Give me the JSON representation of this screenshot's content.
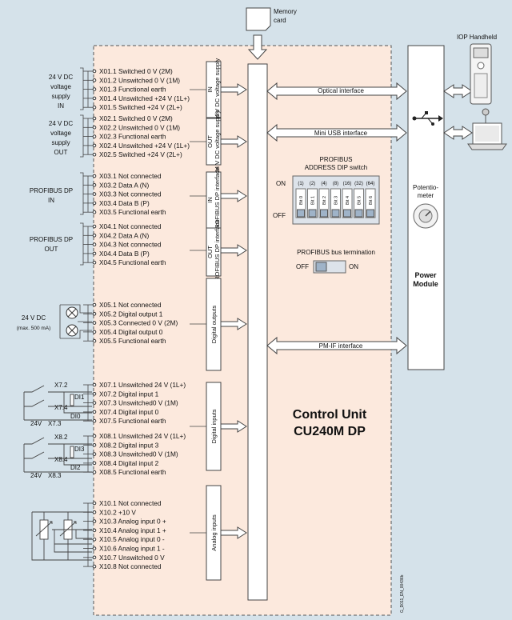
{
  "memory_card": {
    "line1": "Memory",
    "line2": "card"
  },
  "iop_handheld": "IOP Handheld",
  "control_unit": {
    "line1": "Control Unit",
    "line2": "CU240M DP"
  },
  "power_module": {
    "line1": "Power",
    "line2": "Module"
  },
  "potentiometer": {
    "line1": "Potentio-",
    "line2": "meter"
  },
  "interfaces": {
    "optical": "Optical interface",
    "mini_usb": "Mini USB interface",
    "pm_if": "PM-IF interface"
  },
  "profibus_dip": {
    "title_line1": "PROFIBUS",
    "title_line2": "ADDRESS DIP switch",
    "on": "ON",
    "off": "OFF",
    "weights": [
      "(1)",
      "(2)",
      "(4)",
      "(8)",
      "(16)",
      "(32)",
      "(64)"
    ],
    "bits": [
      "Bit 0",
      "Bit 1",
      "Bit 2",
      "Bit 3",
      "Bit 4",
      "Bit 5",
      "Bit 6"
    ]
  },
  "bus_termination": {
    "title": "PROFIBUS bus termination",
    "off": "OFF",
    "on": "ON"
  },
  "group_boxes": [
    {
      "line1": "IN",
      "line2": "24 V DC voltage supply"
    },
    {
      "line1": "OUT",
      "line2": "24 V DC voltage supply"
    },
    {
      "line1": "IN",
      "line2": "PROFIBUS DP interface"
    },
    {
      "line1": "OUT",
      "line2": "PROFIBUS DP interface"
    },
    {
      "line1": "Digital outputs",
      "line2": ""
    },
    {
      "line1": "Digital inputs",
      "line2": ""
    },
    {
      "line1": "Analog inputs",
      "line2": ""
    }
  ],
  "left_groups": [
    [
      "24 V DC",
      "voltage",
      "supply",
      "IN"
    ],
    [
      "24 V DC",
      "voltage",
      "supply",
      "OUT"
    ],
    [
      "PROFIBUS DP",
      "IN"
    ],
    [
      "PROFIBUS DP",
      "OUT"
    ],
    [
      "24 V DC",
      "(max. 500 mA)"
    ]
  ],
  "terminals": [
    [
      "X01.1 Switched 0 V (2M)",
      "X01.2 Unswitched 0 V (1M)",
      "X01.3 Functional earth",
      "X01.4 Unswitched +24 V (1L+)",
      "X01.5 Switched +24 V (2L+)"
    ],
    [
      "X02.1 Switched 0 V (2M)",
      "X02.2 Unswitched 0 V (1M)",
      "X02.3 Functional earth",
      "X02.4 Unswitched +24 V (1L+)",
      "X02.5 Switched +24 V (2L+)"
    ],
    [
      "X03.1 Not connected",
      "X03.2 Data A (N)",
      "X03.3 Not connected",
      "X03.4 Data B (P)",
      "X03.5 Functional earth"
    ],
    [
      "X04.1 Not connected",
      "X04.2 Data A (N)",
      "X04.3 Not connected",
      "X04.4 Data B (P)",
      "X04.5 Functional earth"
    ],
    [
      "X05.1 Not connected",
      "X05.2 Digital output 1",
      "X05.3 Connected 0 V (2M)",
      "X05.4 Digital output 0",
      "X05.5 Functional earth"
    ],
    [
      "X07.1 Unswitched 24 V (1L+)",
      "X07.2 Digital input 1",
      "X07.3 Unswitched0 V (1M)",
      "X07.4 Digital input 0",
      "X07.5 Functional earth"
    ],
    [
      "X08.1 Unswitched 24 V (1L+)",
      "X08.2 Digital input 3",
      "X08.3 Unswitched0 V (1M)",
      "X08.4 Digital input 2",
      "X08.5 Functional earth"
    ],
    [
      "X10.1 Not connected",
      "X10.2 +10 V",
      "X10.3 Analog input 0 +",
      "X10.4 Analog input 1 +",
      "X10.5 Analog input 0 -",
      "X10.6 Analog input 1 -",
      "X10.7 Unswitched 0 V",
      "X10.8 Not connected"
    ]
  ],
  "switch_labels": {
    "x7_2": "X7.2",
    "x7_4": "X7.4",
    "di1": "DI1",
    "di0": "DI0",
    "v24_a": "24V",
    "x7_3": "X7.3",
    "x8_2": "X8.2",
    "x8_4": "X8.4",
    "di3": "DI3",
    "di2": "DI2",
    "v24_b": "24V",
    "x8_3": "X8.3"
  },
  "figure_id": "G_D011_EN_00436b",
  "colors": {
    "background": "#d5e2ea",
    "unit_fill": "#fce9dd",
    "white": "#ffffff",
    "stroke": "#333333"
  }
}
